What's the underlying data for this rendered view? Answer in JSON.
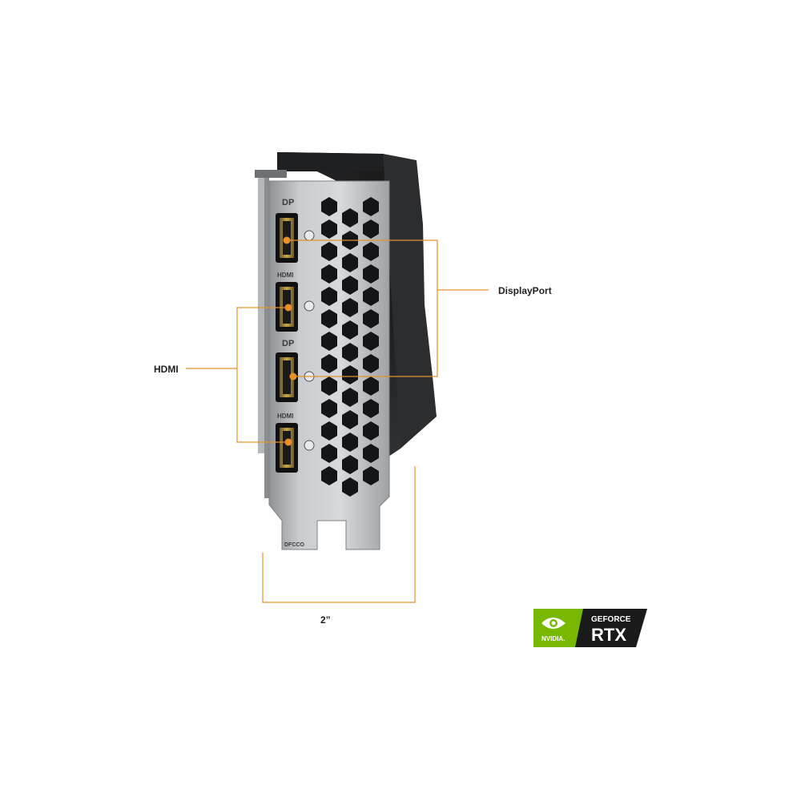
{
  "callouts": {
    "displayport": "DisplayPort",
    "hdmi": "HDMI",
    "width": "2”"
  },
  "bracket_markings": {
    "dp_top": "DP",
    "hdmi_top": "HDMI",
    "dp_bottom": "DP",
    "hdmi_bottom": "HDMI",
    "tab_code": "DFCCO"
  },
  "badge": {
    "brand": "NVIDIA.",
    "line1": "GEFORCE",
    "line2": "RTX"
  },
  "colors": {
    "callout_orange": "#e8902a",
    "nvidia_green": "#76b900",
    "badge_dark": "#1a1a1a",
    "bracket_steel": "#b9bcbf"
  }
}
